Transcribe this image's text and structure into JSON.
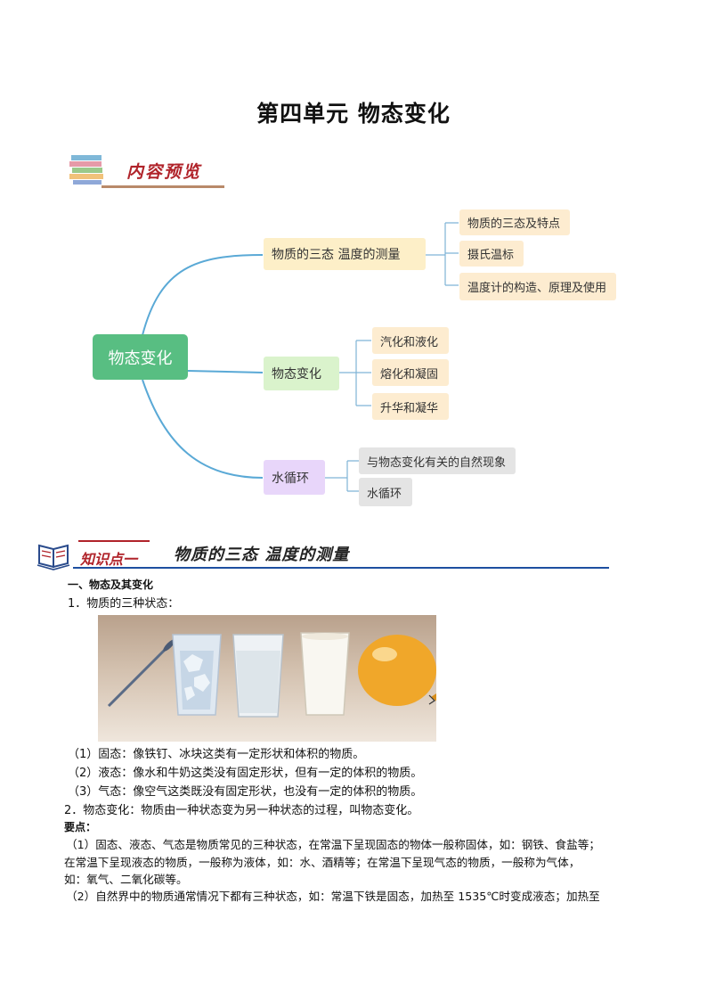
{
  "title": "第四单元  物态变化",
  "preview": {
    "label": "内容预览"
  },
  "mindmap": {
    "root": "物态变化",
    "branches": [
      {
        "label": "物质的三态  温度的测量",
        "leaves": [
          "物质的三态及特点",
          "摄氏温标",
          "温度计的构造、原理及使用"
        ]
      },
      {
        "label": "物态变化",
        "leaves": [
          "汽化和液化",
          "熔化和凝固",
          "升华和凝华"
        ]
      },
      {
        "label": "水循环",
        "leaves": [
          "与物态变化有关的自然现象",
          "水循环"
        ]
      }
    ]
  },
  "knowledge_point": {
    "tag": "知识点一",
    "title": "物质的三态  温度的测量"
  },
  "section1": {
    "heading": "一、物态及其变化",
    "item1": "1．物质的三种状态：",
    "solid": "（1）固态：像铁钉、冰块这类有一定形状和体积的物质。",
    "liquid": "（2）液态：像水和牛奶这类没有固定形状，但有一定的体积的物质。",
    "gas": "（3）气态：像空气这类既没有固定形状，也没有一定的体积的物质。",
    "item2": "2．物态变化：物质由一种状态变为另一种状态的过程，叫物态变化。",
    "key_label": "要点：",
    "key1_line1": "（1）固态、液态、气态是物质常见的三种状态，在常温下呈现固态的物体一般称固体，如：钢铁、食盐等；",
    "key1_line2": "在常温下呈现液态的物质，一般称为液体，如：水、酒精等；在常温下呈现气态的物质，一般称为气体，",
    "key1_line3": "如：氧气、二氧化碳等。",
    "key2_line1": "（2）自然界中的物质通常情况下都有三种状态，如：常温下铁是固态，加热至 1535℃时变成液态；加热至"
  },
  "colors": {
    "accent_red": "#b0232a",
    "rule_blue": "#1e4fa0",
    "root_green": "#58be82",
    "connector_blue": "#5aa9d6"
  }
}
